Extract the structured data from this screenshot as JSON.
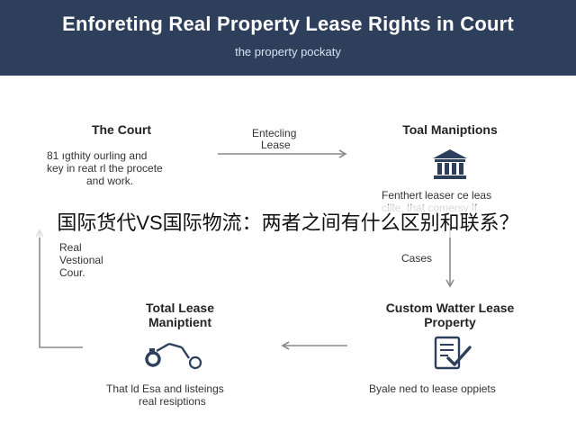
{
  "header": {
    "title": "Enforeting Real Property Lease Rights in Court",
    "subtitle": "the property pockaty"
  },
  "nodes": {
    "court": {
      "title": "The Court",
      "text_line1": "81 ıgthity ourling and",
      "text_line2": "key in reat rl the procete",
      "text_line3": "and work."
    },
    "manip": {
      "title": "Toal Maniptions",
      "text_line1": "Fenthert leaser ce leas",
      "text_line2": "clite, that comersy if"
    },
    "custom": {
      "title_line1": "Custom Watter Lease",
      "title_line2": "Property",
      "text": "Byale ned to lease oppiets"
    },
    "total": {
      "title_line1": "Total Lease",
      "title_line2": "Maniptient",
      "text_line1": "That ld Esa and listeings",
      "text_line2": "real resiptions"
    }
  },
  "edge_labels": {
    "top_line1": "Entecling",
    "top_line2": "Lease",
    "right": "Cases",
    "left_line1": "Real",
    "left_line2": "Vestional",
    "left_line3": "Cour."
  },
  "overlay_text": "国际货代VS国际物流：两者之间有什么区别和联系？",
  "colors": {
    "header_bg": "#2e3f5c",
    "arrow": "#8a8a8a",
    "icon_navy": "#2e3f5c"
  },
  "icons": [
    "courthouse-icon",
    "handcuffs-icon",
    "document-check-icon"
  ]
}
